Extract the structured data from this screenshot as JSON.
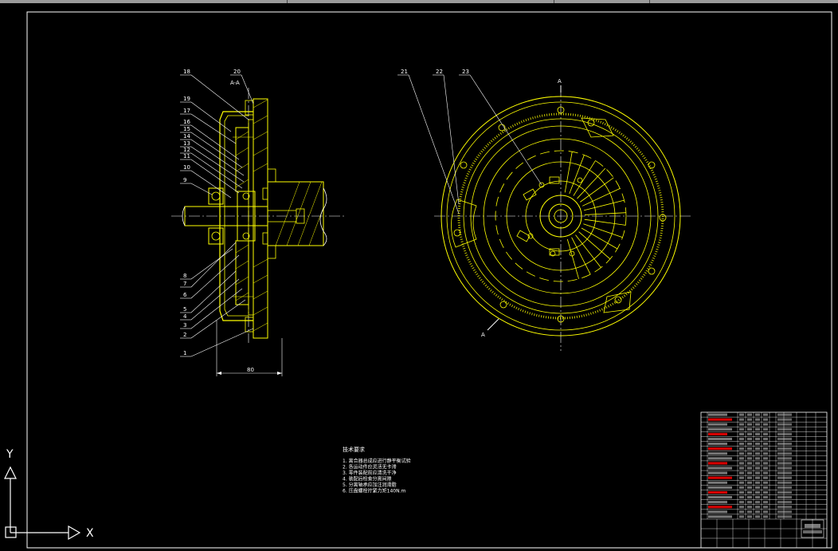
{
  "sectionLabel": "A-A",
  "viewMarker": "A",
  "leftLabels": [
    "18",
    "20",
    "19",
    "17",
    "16",
    "15",
    "14",
    "13",
    "12",
    "11",
    "10",
    "9",
    "8",
    "7",
    "6",
    "5",
    "4",
    "3",
    "2",
    "1"
  ],
  "rightLabels": [
    "21",
    "22",
    "23"
  ],
  "dimension": "80",
  "techTitle": "技术要求",
  "techNotes": [
    "1. 离合器总成应进行静平衡试验",
    "2. 各运动件应灵活无卡滞",
    "3. 零件装配前应清洗干净",
    "4. 装配后检查分离间隙",
    "5. 分离轴承应加注润滑脂",
    "6. 压盘螺栓拧紧力矩140N.m"
  ],
  "ucs": {
    "x": "X",
    "y": "Y"
  }
}
